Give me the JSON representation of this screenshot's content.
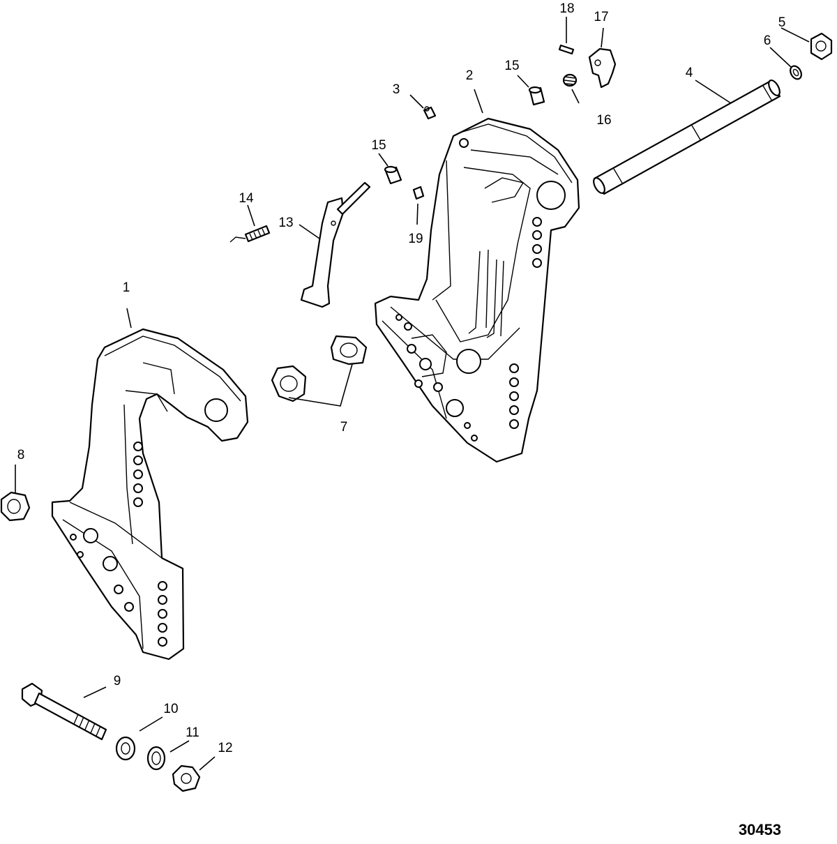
{
  "figure_number": "30453",
  "callouts": {
    "c1": "1",
    "c2": "2",
    "c3": "3",
    "c4": "4",
    "c5": "5",
    "c6": "6",
    "c7": "7",
    "c8": "8",
    "c9": "9",
    "c10": "10",
    "c11": "11",
    "c12": "12",
    "c13": "13",
    "c14": "14",
    "c15a": "15",
    "c15b": "15",
    "c16": "16",
    "c17": "17",
    "c18": "18",
    "c19": "19"
  }
}
